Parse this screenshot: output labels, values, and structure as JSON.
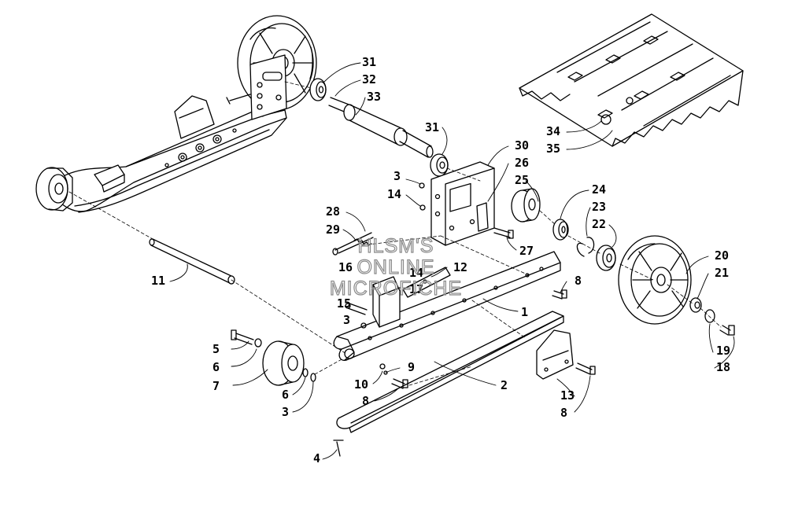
{
  "callouts": {
    "c31a": "31",
    "c32": "32",
    "c33": "33",
    "c31b": "31",
    "c30": "30",
    "c26": "26",
    "c25": "25",
    "c3a": "3",
    "c14a": "14",
    "c24": "24",
    "c23": "23",
    "c22": "22",
    "c28": "28",
    "c29": "29",
    "c27": "27",
    "c20": "20",
    "c21": "21",
    "c34": "34",
    "c35": "35",
    "c11": "11",
    "c16": "16",
    "c14b": "14",
    "c12": "12",
    "c17": "17",
    "c8a": "8",
    "c15": "15",
    "c3b": "3",
    "c1": "1",
    "c5": "5",
    "c6a": "6",
    "c7": "7",
    "c6b": "6",
    "c3c": "3",
    "c10": "10",
    "c9": "9",
    "c8b": "8",
    "c2": "2",
    "c13": "13",
    "c8c": "8",
    "c19": "19",
    "c18": "18",
    "c4": "4"
  },
  "watermark": {
    "line1": "HLSM'S",
    "line2": "ONLINE",
    "line3": "MICROFICHE"
  }
}
